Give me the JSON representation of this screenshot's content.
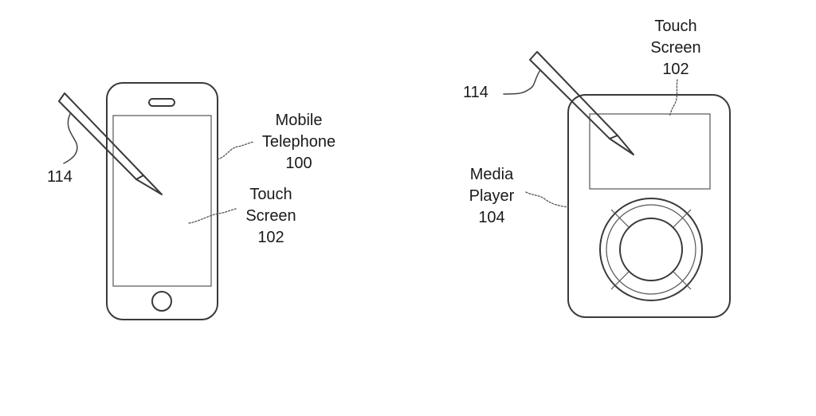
{
  "figure": {
    "phone": {
      "name_line1": "Mobile",
      "name_line2": "Telephone",
      "name_ref": "100",
      "screen_line1": "Touch",
      "screen_line2": "Screen",
      "screen_ref": "102",
      "stylus_ref": "114"
    },
    "player": {
      "screen_line1": "Touch",
      "screen_line2": "Screen",
      "screen_ref": "102",
      "name_line1": "Media",
      "name_line2": "Player",
      "name_ref": "104",
      "stylus_ref": "114"
    }
  }
}
